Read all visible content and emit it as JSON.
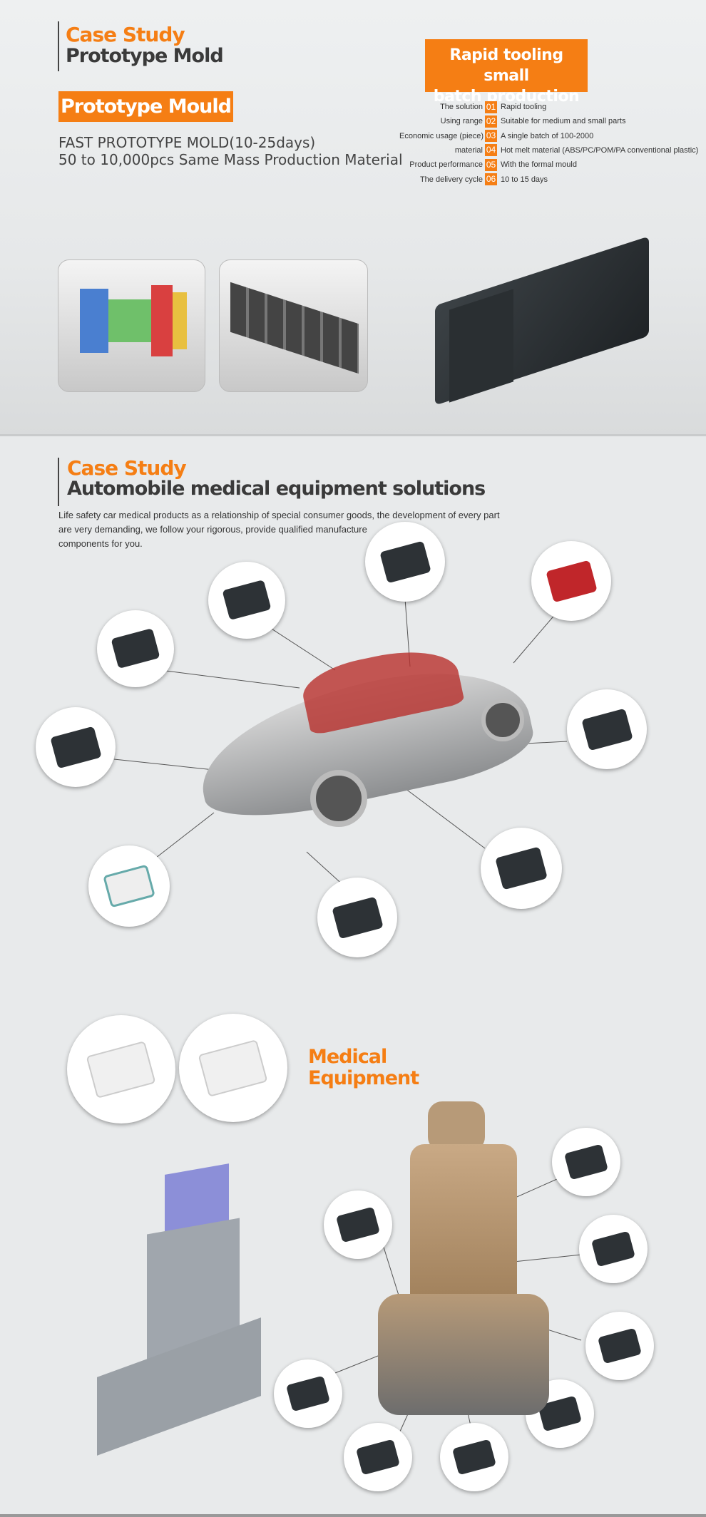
{
  "section1": {
    "kicker": "Case Study",
    "title": "Prototype Mold",
    "badge": "Prototype Mould",
    "line1": "FAST PROTOTYPE MOLD(10-25days)",
    "line2": "50 to 10,000pcs Same Mass Production Material",
    "rapid_title_1": "Rapid tooling small",
    "rapid_title_2": "batch production",
    "specs": [
      {
        "label": "The solution",
        "num": "01",
        "value": "Rapid tooling"
      },
      {
        "label": "Using range",
        "num": "02",
        "value": "Suitable for medium and small parts"
      },
      {
        "label": "Economic usage (piece)",
        "num": "03",
        "value": "A single batch of 100-2000"
      },
      {
        "label": "material",
        "num": "04",
        "value": "Hot melt material (ABS/PC/POM/PA conventional plastic)"
      },
      {
        "label": "Product performance",
        "num": "05",
        "value": "With the formal mould"
      },
      {
        "label": "The delivery cycle",
        "num": "06",
        "value": "10 to 15 days"
      }
    ]
  },
  "section2": {
    "kicker": "Case Study",
    "title": "Automobile medical equipment solutions",
    "paragraph_1": "Life safety car medical products as a relationship of special consumer goods, the development of every part",
    "paragraph_2": "are very demanding, we follow your rigorous, provide qualified manufacture",
    "paragraph_3": "components for you.",
    "medical_1": "Medical",
    "medical_2": "Equipment"
  },
  "colors": {
    "accent": "#f57e14",
    "text": "#3a3a3a"
  }
}
